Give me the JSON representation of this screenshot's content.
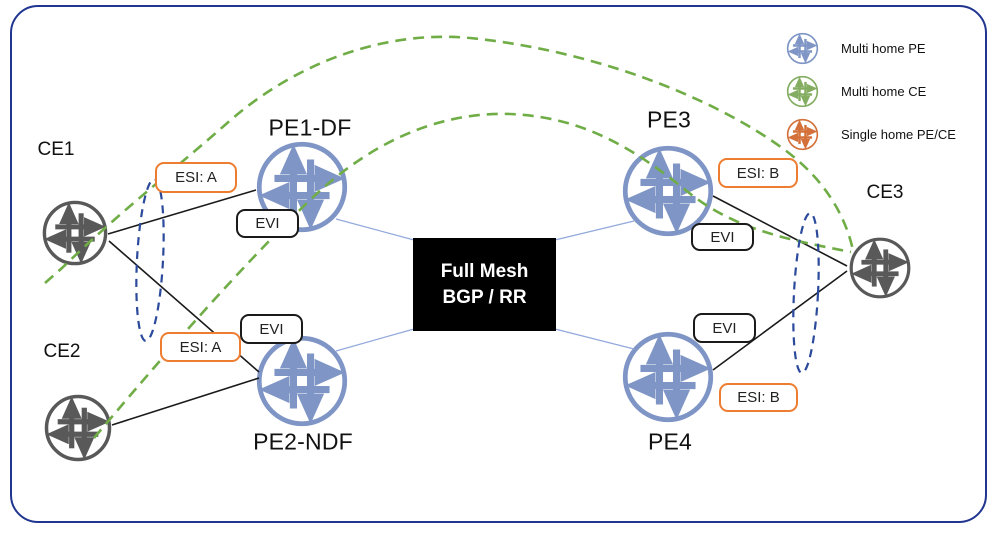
{
  "nodes": {
    "ce1": {
      "label": "CE1",
      "type": "multi-home CE"
    },
    "ce2": {
      "label": "CE2",
      "type": "multi-home CE"
    },
    "ce3": {
      "label": "CE3",
      "type": "single-home CE"
    },
    "pe1": {
      "label": "PE1-DF",
      "type": "multi-home PE"
    },
    "pe2": {
      "label": "PE2-NDF",
      "type": "multi-home PE"
    },
    "pe3": {
      "label": "PE3",
      "type": "multi-home PE"
    },
    "pe4": {
      "label": "PE4",
      "type": "multi-home PE"
    }
  },
  "core": {
    "line1": "Full Mesh",
    "line2": "BGP / RR"
  },
  "badges": {
    "esi_a": "ESI: A",
    "esi_b": "ESI: B",
    "evi": "EVI"
  },
  "legend": {
    "items": [
      {
        "icon": "multi-home-pe-icon",
        "label": "Multi home PE"
      },
      {
        "icon": "multi-home-ce-icon",
        "label": "Multi home CE"
      },
      {
        "icon": "single-home-pe-ce-icon",
        "label": "Single home PE/CE"
      }
    ]
  },
  "links": [
    {
      "from": "CE1",
      "to": "PE1-DF",
      "style": "solid-black"
    },
    {
      "from": "CE1",
      "to": "PE2-NDF",
      "style": "solid-black"
    },
    {
      "from": "CE2",
      "to": "PE2-NDF",
      "style": "solid-black"
    },
    {
      "from": "PE3",
      "to": "CE3",
      "style": "solid-black"
    },
    {
      "from": "PE4",
      "to": "CE3",
      "style": "solid-black"
    },
    {
      "from": "PE1-DF",
      "to": "Full Mesh BGP / RR",
      "style": "thin-blue"
    },
    {
      "from": "PE2-NDF",
      "to": "Full Mesh BGP / RR",
      "style": "thin-blue"
    },
    {
      "from": "PE3",
      "to": "Full Mesh BGP / RR",
      "style": "thin-blue"
    },
    {
      "from": "PE4",
      "to": "Full Mesh BGP / RR",
      "style": "thin-blue"
    },
    {
      "from": "CE1",
      "to": "CE3",
      "style": "green-dashed-arc"
    },
    {
      "from": "CE2",
      "to": "CE3",
      "style": "green-dashed-arc"
    }
  ],
  "colors": {
    "pe_blue": "#7e95c6",
    "ce_gray": "#595959",
    "ce_green": "#84ad62",
    "single_orange": "#d4713b",
    "green_dash": "#70ad47",
    "navy_dash": "#2b4a9b",
    "mesh_blue": "#92a9dc",
    "frame_blue": "#1f3590",
    "esi_orange": "#ed7d31"
  }
}
